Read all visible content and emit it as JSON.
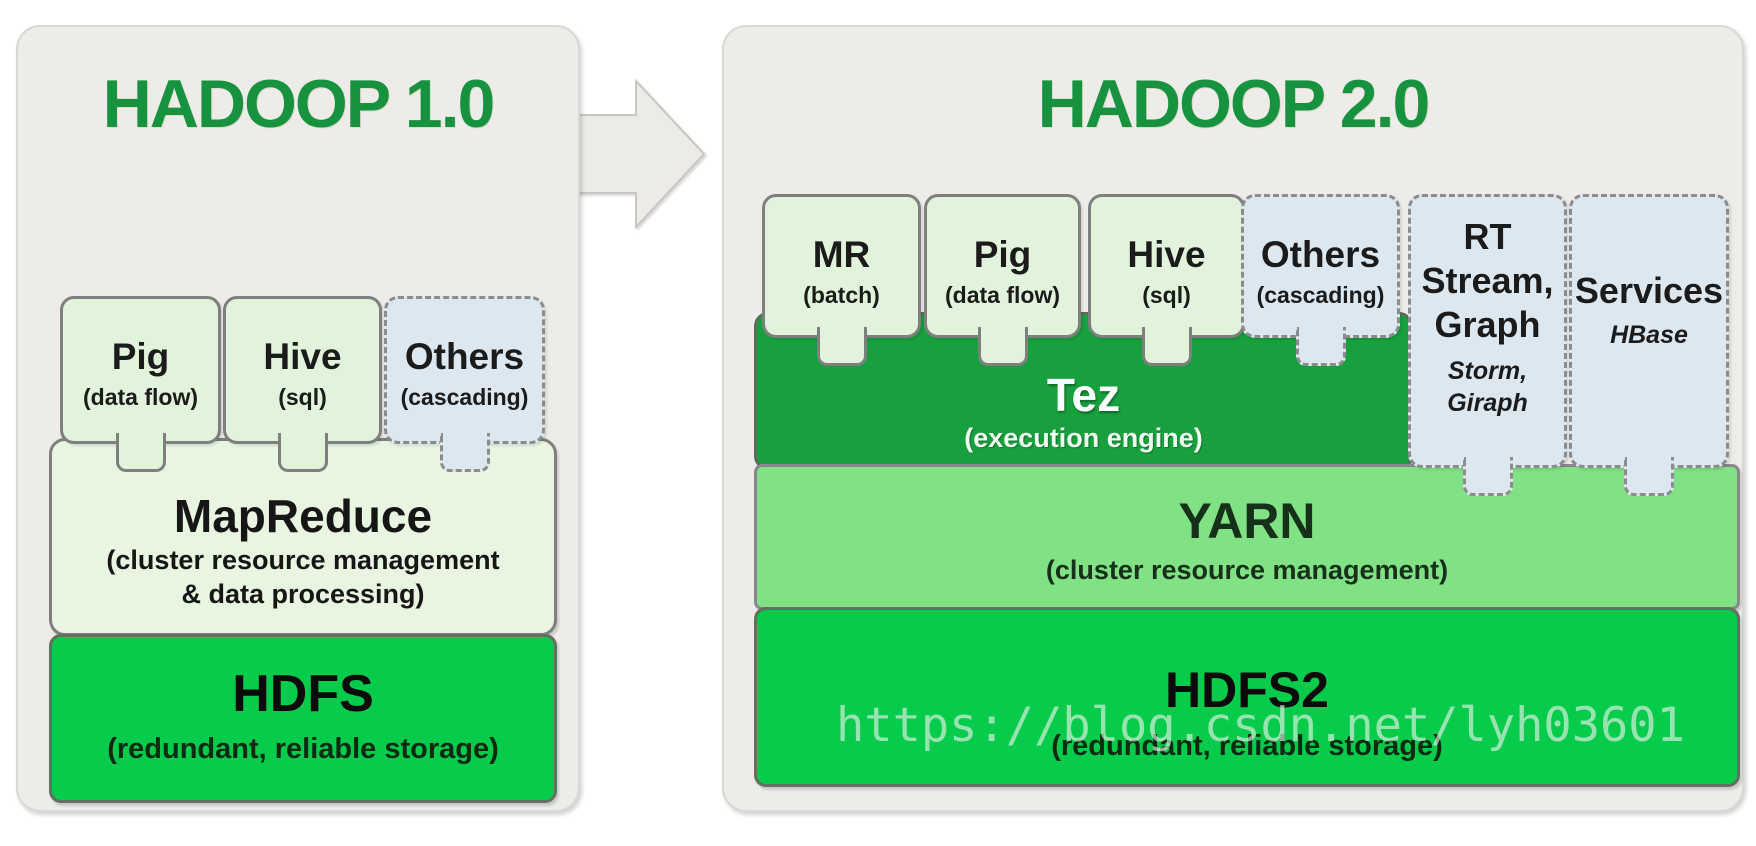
{
  "watermark": "https://blog.csdn.net/lyh03601",
  "colors": {
    "page_bg": "#ffffff",
    "panel_bg": "#edece9",
    "title_green": "#179340",
    "app_green_bg": "#e2f3db",
    "app_blue_bg": "#dde7ef",
    "box_border_gray": "#7f7f7f",
    "mapreduce_bg": "#e7f5e1",
    "tez_bg": "#18a03f",
    "yarn_bg": "#80e284",
    "hdfs_bg": "#06cb4b",
    "watermark_gray": "#f0f3f0"
  },
  "hadoop1": {
    "title": "HADOOP 1.0",
    "apps": [
      {
        "name": "Pig",
        "sub": "(data flow)"
      },
      {
        "name": "Hive",
        "sub": "(sql)"
      },
      {
        "name": "Others",
        "sub": "(cascading)"
      }
    ],
    "mapreduce": {
      "name": "MapReduce",
      "sub_lines": [
        "(cluster resource management",
        "& data processing)"
      ]
    },
    "hdfs": {
      "name": "HDFS",
      "sub": "(redundant, reliable storage)"
    }
  },
  "hadoop2": {
    "title": "HADOOP 2.0",
    "apps": [
      {
        "name": "MR",
        "sub": "(batch)"
      },
      {
        "name": "Pig",
        "sub": "(data flow)"
      },
      {
        "name": "Hive",
        "sub": "(sql)"
      },
      {
        "name": "Others",
        "sub": "(cascading)"
      }
    ],
    "tall_apps": [
      {
        "title_lines": [
          "RT",
          "Stream,",
          "Graph"
        ],
        "sub_lines": [
          "Storm,",
          "Giraph"
        ]
      },
      {
        "title_lines": [
          "Services"
        ],
        "sub_lines": [
          "HBase"
        ]
      }
    ],
    "tez": {
      "name": "Tez",
      "sub": "(execution engine)"
    },
    "yarn": {
      "name": "YARN",
      "sub": "(cluster resource management)"
    },
    "hdfs2": {
      "name": "HDFS2",
      "sub": "(redundant, reliable storage)"
    }
  }
}
